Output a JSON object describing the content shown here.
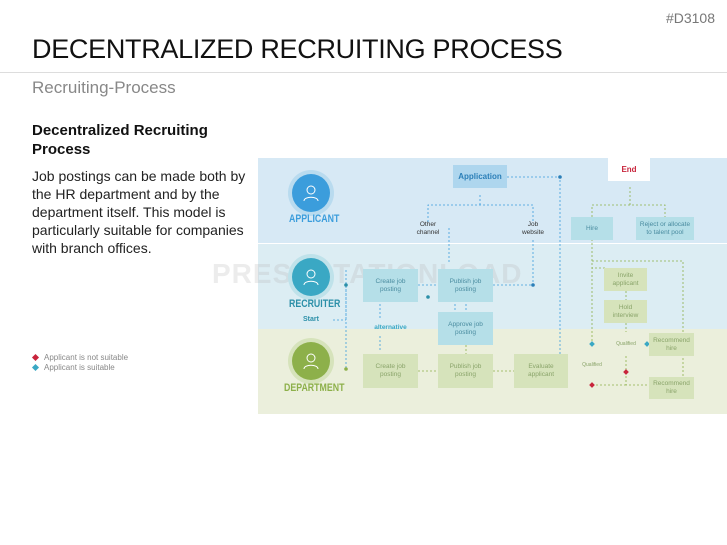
{
  "code": "#D3108",
  "title": "DECENTRALIZED RECRUITING PROCESS",
  "subtitle": "Recruiting-Process",
  "heading": "Decentralized Recruiting Process",
  "body": "Job postings can be made both by the HR department and by the department itself. This model is particularly suitable for companies with branch offices.",
  "legend": [
    {
      "label": "Applicant is not suitable",
      "color": "#c8243c"
    },
    {
      "label": "Applicant is suitable",
      "color": "#3aa8c4"
    }
  ],
  "watermark": "PRESENTATIONLOAD",
  "lanes": {
    "applicant": "APPLICANT",
    "recruiter": "RECRUITER",
    "department": "DEPARTMENT",
    "start": "Start"
  },
  "nodes": {
    "application": "Application",
    "end": "End",
    "other_channel": "Other channel",
    "job_website": "Job website",
    "hire": "Hire",
    "reject": "Reject or allocate to talent pool",
    "rec_create": "Create job posting",
    "rec_publish": "Publish job posting",
    "approve": "Approve job posting",
    "alternative": "alternative",
    "invite": "Invite applicant",
    "interview": "Hold interview",
    "dep_create": "Create job posting",
    "dep_publish": "Publish job posting",
    "evaluate": "Evaluate applicant",
    "qualified1": "Qualified",
    "qualified2": "Qualified",
    "recommend1": "Recommend hire",
    "recommend2": "Recommend hire"
  },
  "colors": {
    "applicant_lane": "#d7e9f5",
    "recruiter_lane": "#dcedf3",
    "department_lane": "#ebefdc",
    "blue": "#3b9ddc",
    "teal": "#3aa8c4",
    "green": "#8db04a",
    "end": "#c8243c"
  }
}
